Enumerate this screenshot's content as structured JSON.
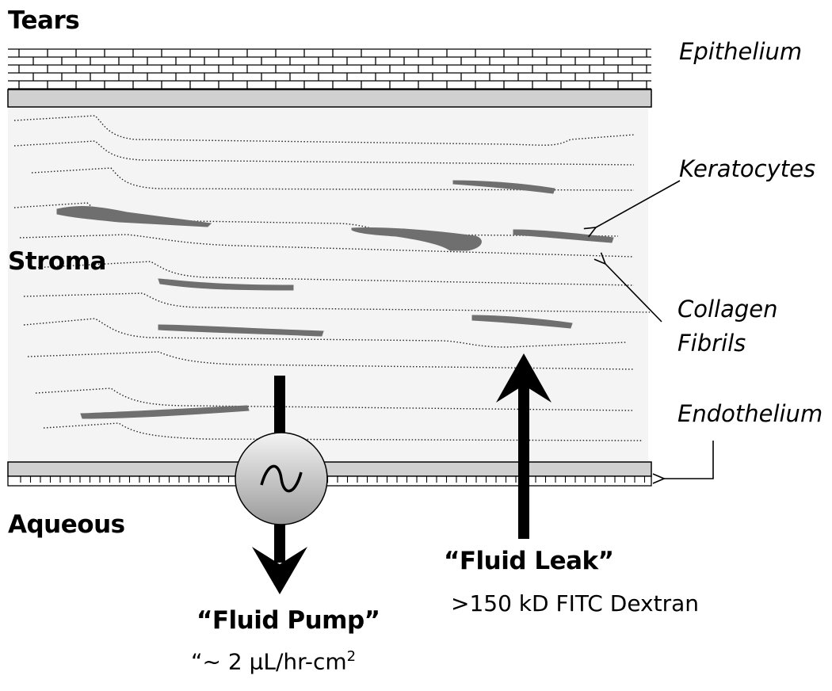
{
  "labels": {
    "tears": "Tears",
    "stroma": "Stroma",
    "aqueous": "Aqueous",
    "epithelium": "Epithelium",
    "keratocytes": "Keratocytes",
    "collagen_line1": "Collagen",
    "collagen_line2": "Fibrils",
    "endothelium": "Endothelium",
    "fluid_pump": "“Fluid Pump”",
    "pump_rate_prefix": "“~ 2 μL/hr-cm",
    "pump_rate_superscript": "2",
    "fluid_leak": "“Fluid Leak”",
    "leak_detail": ">150 kD FITC Dextran"
  },
  "colors": {
    "stroma_bg": "#f4f4f4",
    "membrane": "#d0d0d0",
    "keratocyte": "#6f6f6f",
    "arrow": "#000000"
  },
  "icons": {
    "pump": "sine-wave-pump-icon"
  }
}
